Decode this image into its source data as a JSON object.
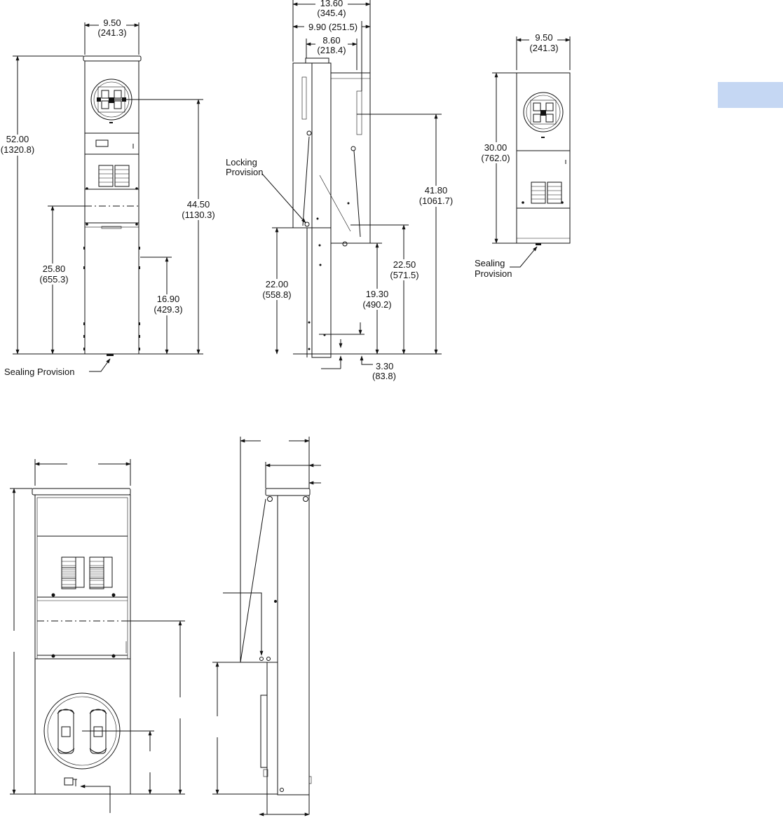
{
  "accent_color": "#c5d7f3",
  "view1": {
    "width": "9.50",
    "width_mm": "(241.3)",
    "height": "52.00",
    "height_mm": "(1320.8)",
    "meter_height": "44.50",
    "meter_height_mm": "(1130.3)",
    "breaker_height": "25.80",
    "breaker_height_mm": "(655.3)",
    "lower_height": "16.90",
    "lower_height_mm": "(429.3)",
    "sealing_label": "Sealing Provision"
  },
  "view2": {
    "depth": "13.60",
    "depth_mm": "(345.4)",
    "body_depth": "9.90 (251.5)",
    "box_depth": "8.60",
    "box_depth_mm": "(218.4)",
    "locking_line1": "Locking",
    "locking_line2": "Provision",
    "h41": "41.80",
    "h41_mm": "(1061.7)",
    "h225": "22.50",
    "h225_mm": "(571.5)",
    "h22": "22.00",
    "h22_mm": "(558.8)",
    "h193": "19.30",
    "h193_mm": "(490.2)",
    "h33": "3.30",
    "h33_mm": "(83.8)"
  },
  "view3": {
    "width": "9.50",
    "width_mm": "(241.3)",
    "height": "30.00",
    "height_mm": "(762.0)",
    "sealing_line1": "Sealing",
    "sealing_line2": "Provision"
  }
}
